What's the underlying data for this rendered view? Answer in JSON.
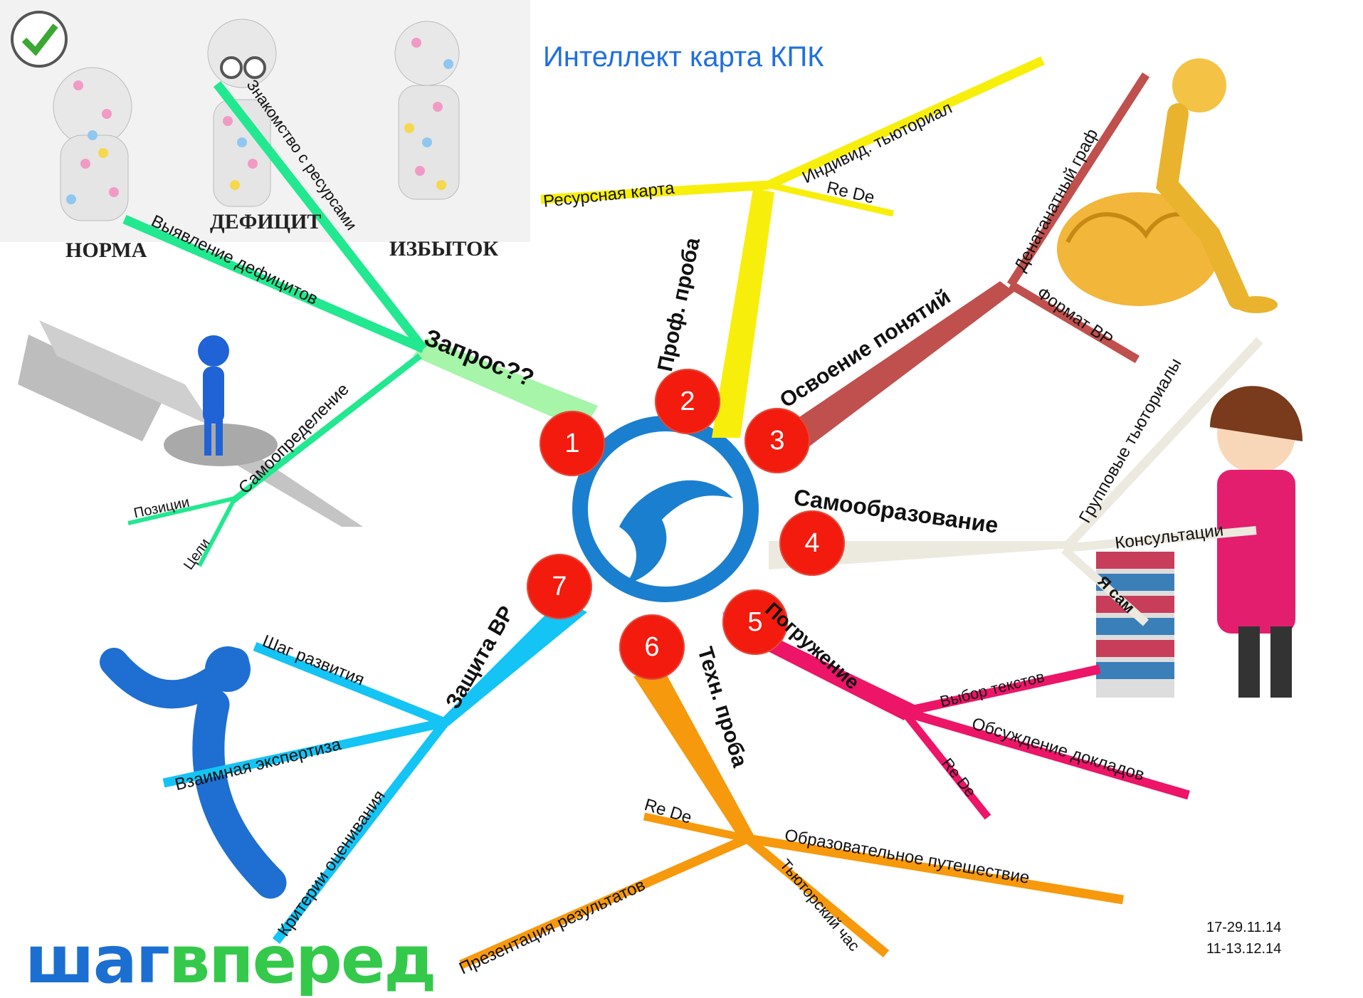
{
  "title": "Интеллект карта КПК",
  "dates": [
    "17-29.11.14",
    "11-13.12.14"
  ],
  "illustrations": {
    "norma_caption": "НОРМА",
    "deficit_caption": "ДЕФИЦИТ",
    "excess_caption": "ИЗБЫТОК",
    "logo_part1": "шаг",
    "logo_part2": "вперед"
  },
  "branches": [
    {
      "number": "1",
      "title": "Запрос??",
      "color": "#a6f5a8",
      "subs": [
        "Выявление дефицитов",
        "Знакомство с ресурсами",
        "Самоопределение",
        "Позиции",
        "Цели"
      ]
    },
    {
      "number": "2",
      "title": "Проф. проба",
      "color": "#f7ef0b",
      "subs": [
        "Ресурсная карта",
        "Индивид. тьюториал",
        "Re De"
      ]
    },
    {
      "number": "3",
      "title": "Освоение понятий",
      "color": "#c0504d",
      "subs": [
        "Денатанатный граф",
        "Формат ВР"
      ]
    },
    {
      "number": "4",
      "title": "Самообразование",
      "color": "#ece9df",
      "subs": [
        "Групповые тьюториалы",
        "Консультации",
        "Я сам"
      ]
    },
    {
      "number": "5",
      "title": "Погружение",
      "color": "#ec1568",
      "subs": [
        "Выбор текстов",
        "Обсуждение докладов",
        "Re De"
      ]
    },
    {
      "number": "6",
      "title": "Техн. проба",
      "color": "#f7990c",
      "subs": [
        "Re De",
        "Образовательное путешествие",
        "Презентация результатов",
        "Тьюторский час"
      ]
    },
    {
      "number": "7",
      "title": "Защита ВР",
      "color": "#14c4f5",
      "subs": [
        "Шаг  развития",
        "Взаимная экспертиза",
        "Критерии оценивания"
      ]
    }
  ],
  "colors": {
    "q1_lines": "#22e890",
    "center_logo": "#1b7fd0",
    "number_circle": "#f21b0d"
  }
}
